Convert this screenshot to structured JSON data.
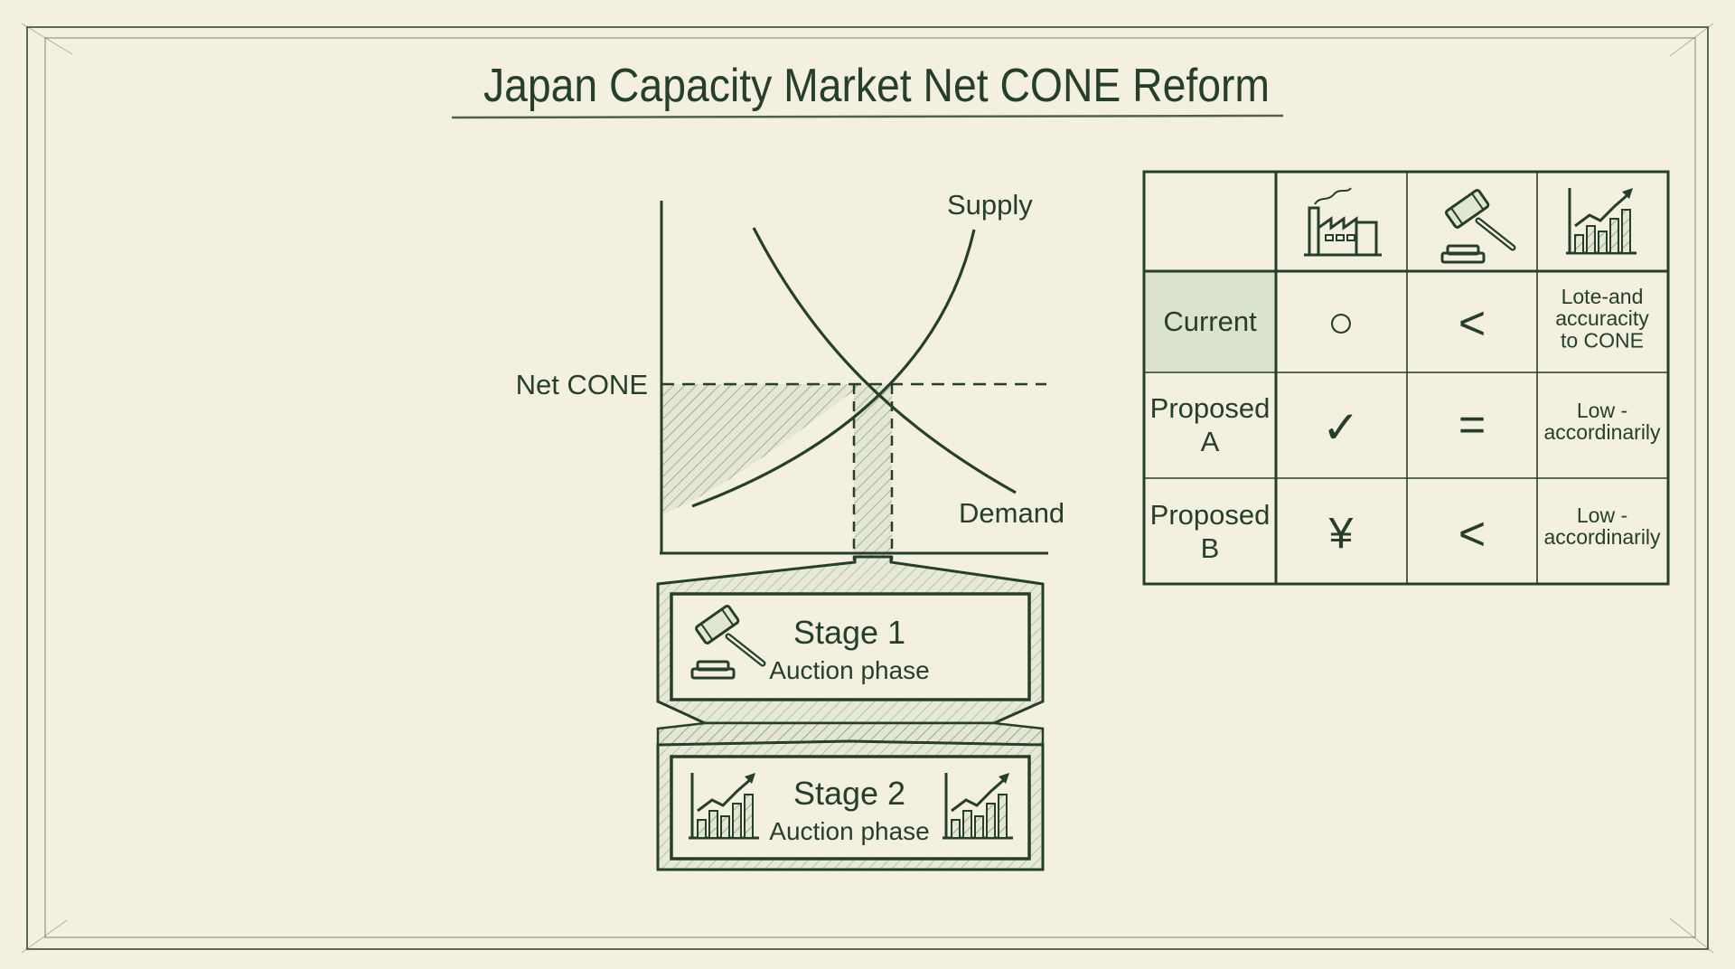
{
  "title": "Japan Capacity Market Net CONE Reform",
  "colors": {
    "background": "#f3efe1",
    "ink": "#24402a",
    "accent_fill": "#dfe6d2",
    "highlight_cell": "#d8e1cc"
  },
  "market_chart": {
    "supply_label": "Supply",
    "demand_label": "Demand",
    "net_cone_label": "Net CONE"
  },
  "stages": [
    {
      "title": "Stage 1",
      "subtitle": "Auction phase",
      "icon": "gavel-icon"
    },
    {
      "title": "Stage 2",
      "subtitle": "Auction phase",
      "icon": "rising-chart-icon"
    }
  ],
  "comparison_table": {
    "header_icons": [
      "factory-icon",
      "gavel-icon",
      "rising-chart-icon"
    ],
    "rows": [
      {
        "label": "Current",
        "cells": [
          "○",
          "<",
          "Lote-and accuracity to CONE"
        ]
      },
      {
        "label": "Proposed A",
        "cells": [
          "✓",
          "=",
          "Low - accordinarily"
        ]
      },
      {
        "label": "Proposed B",
        "cells": [
          "¥",
          "<",
          "Low - accordinarily"
        ]
      }
    ]
  }
}
